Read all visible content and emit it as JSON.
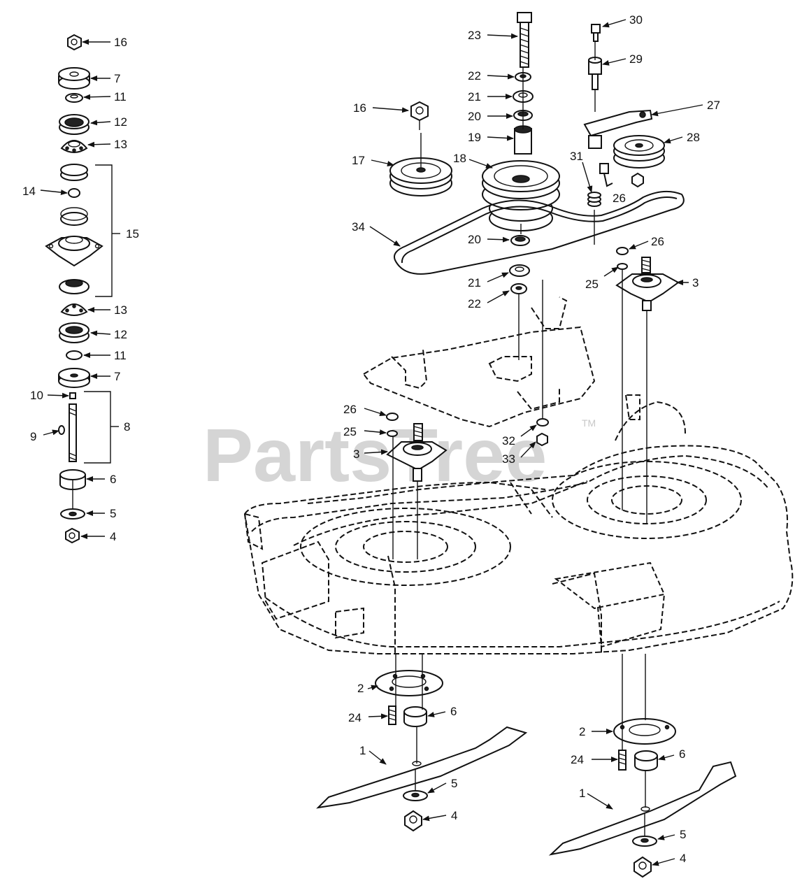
{
  "watermark": {
    "brand": "PartsTree",
    "trademark": "TM"
  },
  "callout_numbers": {
    "n1": "1",
    "n2": "2",
    "n3": "3",
    "n4": "4",
    "n5": "5",
    "n6": "6",
    "n7": "7",
    "n8": "8",
    "n9": "9",
    "n10": "10",
    "n11": "11",
    "n12": "12",
    "n13": "13",
    "n14": "14",
    "n15": "15",
    "n16": "16",
    "n17": "17",
    "n18": "18",
    "n19": "19",
    "n20": "20",
    "n21": "21",
    "n22": "22",
    "n23": "23",
    "n24": "24",
    "n25": "25",
    "n26": "26",
    "n27": "27",
    "n28": "28",
    "n29": "29",
    "n30": "30",
    "n31": "31",
    "n32": "32",
    "n33": "33",
    "n34": "34"
  }
}
